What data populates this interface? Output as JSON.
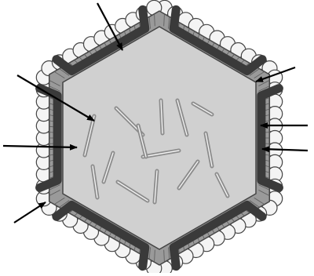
{
  "diagram": {
    "kind": "hexagonal-particle-schematic",
    "text_labels": [],
    "colors": {
      "interior": "#d0d0d0",
      "outer_band": "#9a9a9a",
      "bracket": "#3a3a3a",
      "outline": "#444444",
      "rod": "#8c8c8c",
      "rod_highlight": "#f2f2f2",
      "lipid_head": "#f4f4f4",
      "pointer_arrow": "#000000"
    },
    "rods_count": 14,
    "edge_brackets_count": 6,
    "pointer_arrows_count": 7
  }
}
